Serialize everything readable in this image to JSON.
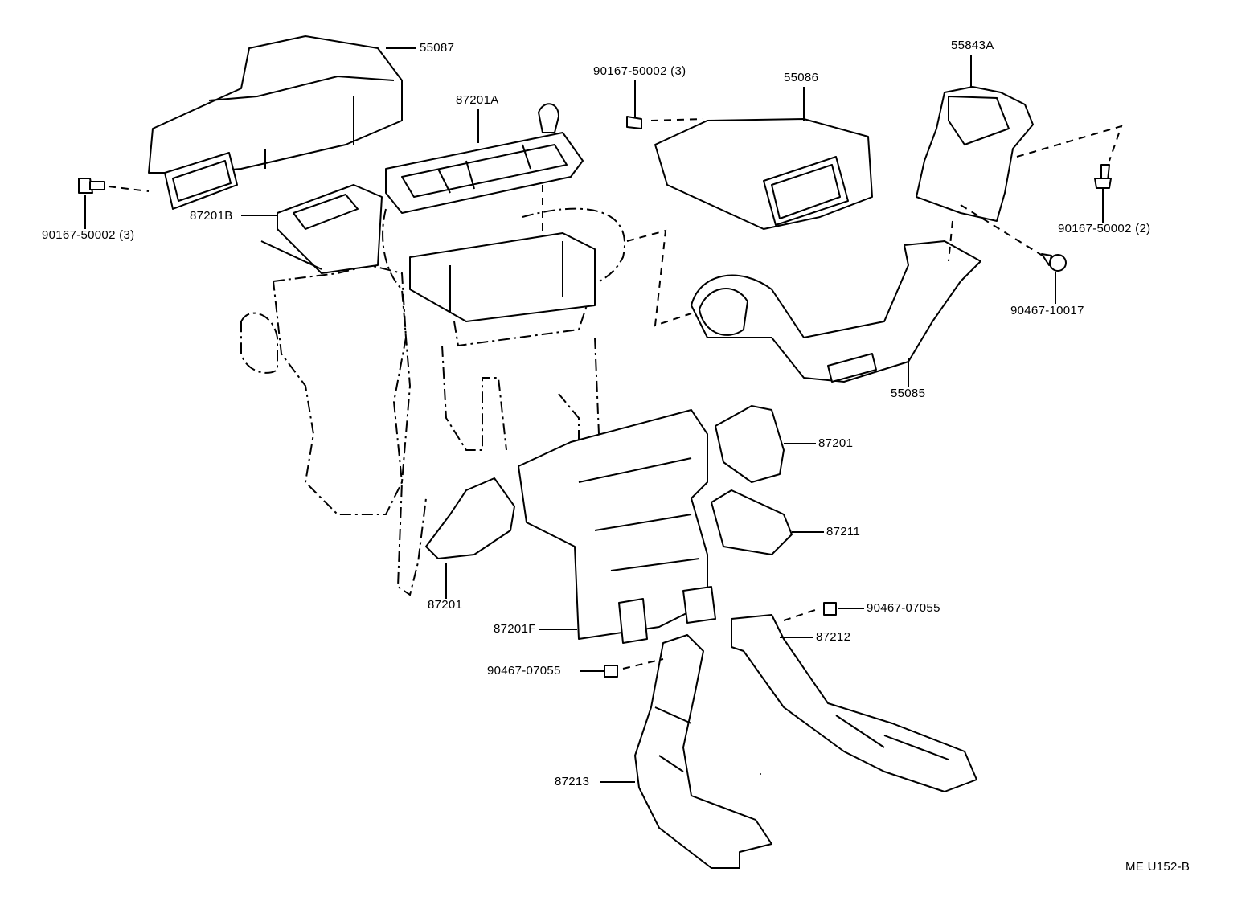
{
  "diagram": {
    "labels": {
      "p55087": "55087",
      "p90167_left": "90167-50002 (3)",
      "p87201A": "87201A",
      "p87201B": "87201B",
      "p90167_top": "90167-50002 (3)",
      "p55086": "55086",
      "p55843A": "55843A",
      "p90167_right": "90167-50002 (2)",
      "p90467_10017": "90467-10017",
      "p55085": "55085",
      "p87201_right": "87201",
      "p87211": "87211",
      "p87201_bottom": "87201",
      "p87201F": "87201F",
      "p90467_07055_right": "90467-07055",
      "p87212": "87212",
      "p90467_07055_left": "90467-07055",
      "p87213": "87213"
    },
    "code": "ME U152-B"
  }
}
